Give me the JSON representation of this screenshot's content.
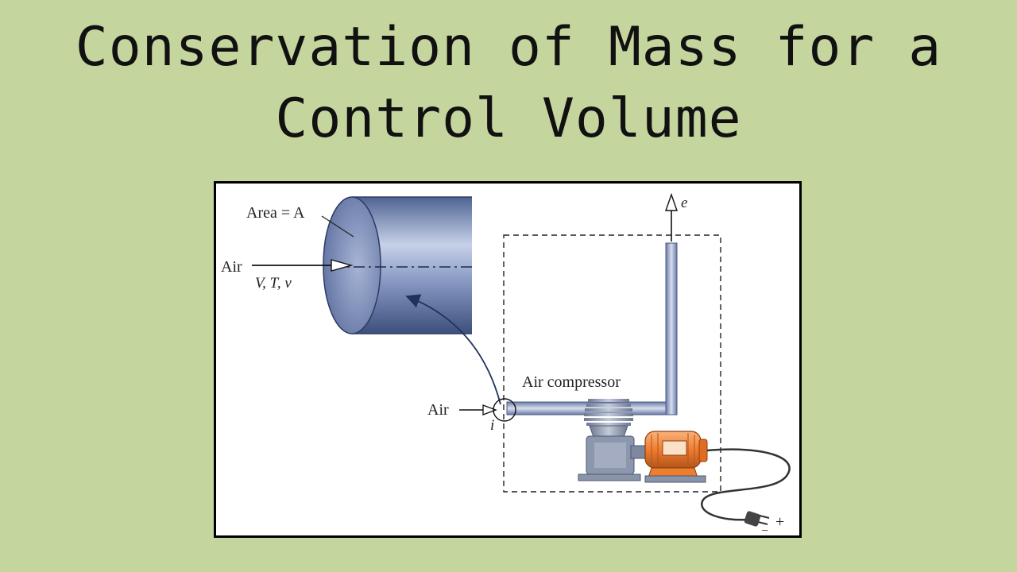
{
  "title": {
    "line1": "Conservation of Mass for a",
    "line2": "Control Volume"
  },
  "figure": {
    "area_label": "Area = A",
    "air_inlet_label": "Air",
    "state_label": "V, T, v",
    "compressor_label": "Air compressor",
    "air_label": "Air",
    "inlet_mark": "i",
    "exit_mark": "e",
    "plug_plus": "+",
    "plug_minus": "−"
  },
  "colors": {
    "background": "#c5d59e",
    "pipe": "#8a9cc4",
    "motor": "#f0843a",
    "base": "#8a94a8"
  }
}
